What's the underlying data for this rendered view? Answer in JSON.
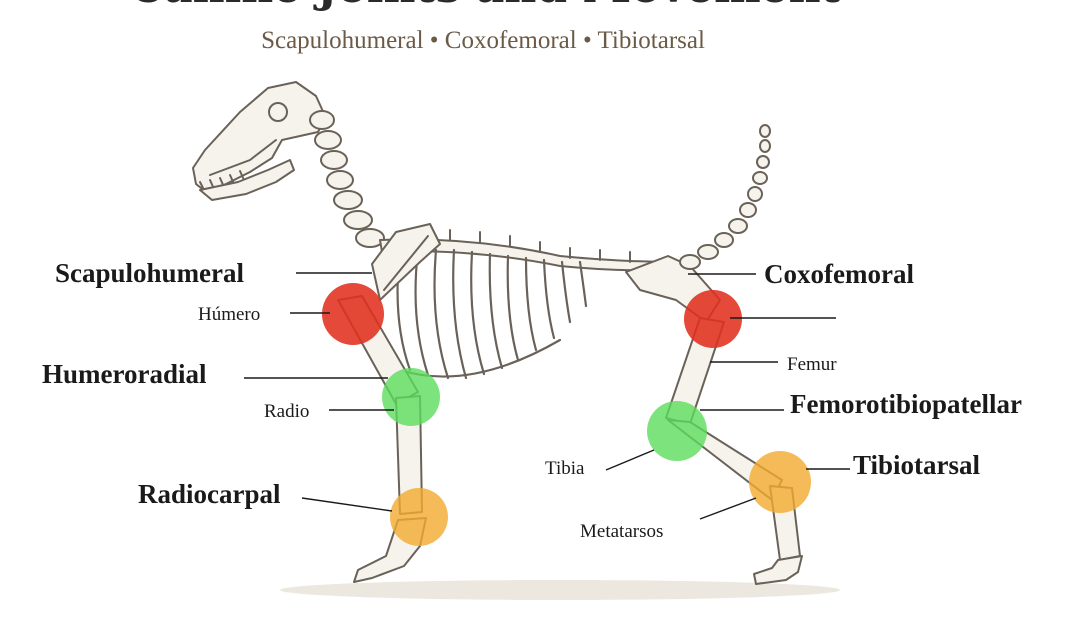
{
  "title": "Canine Joints and Movement",
  "subtitle": "Scapulohumeral • Coxofemoral • Tibiotarsal",
  "labels": {
    "scapulohumeral": "Scapulohumeral",
    "humero": "Húmero",
    "humeroradial": "Humeroradial",
    "radio": "Radio",
    "radiocarpal": "Radiocarpal",
    "coxofemoral": "Coxofemoral",
    "femur": "Femur",
    "femorotibiopatellar": "Femorotibiopatellar",
    "tibia": "Tibia",
    "tibiotarsal": "Tibiotarsal",
    "metatarsos": "Metatarsos"
  },
  "joint_colors": {
    "red": "#e0301e",
    "green": "#5ddc5d",
    "orange": "#f2aa2e"
  },
  "joints": [
    {
      "name": "scapulohumeral-joint",
      "color": "red"
    },
    {
      "name": "coxofemoral-joint",
      "color": "red"
    },
    {
      "name": "humeroradial-joint",
      "color": "green"
    },
    {
      "name": "femorotibiopatellar-joint",
      "color": "green"
    },
    {
      "name": "radiocarpal-joint",
      "color": "orange"
    },
    {
      "name": "tibiotarsal-joint",
      "color": "orange"
    }
  ]
}
